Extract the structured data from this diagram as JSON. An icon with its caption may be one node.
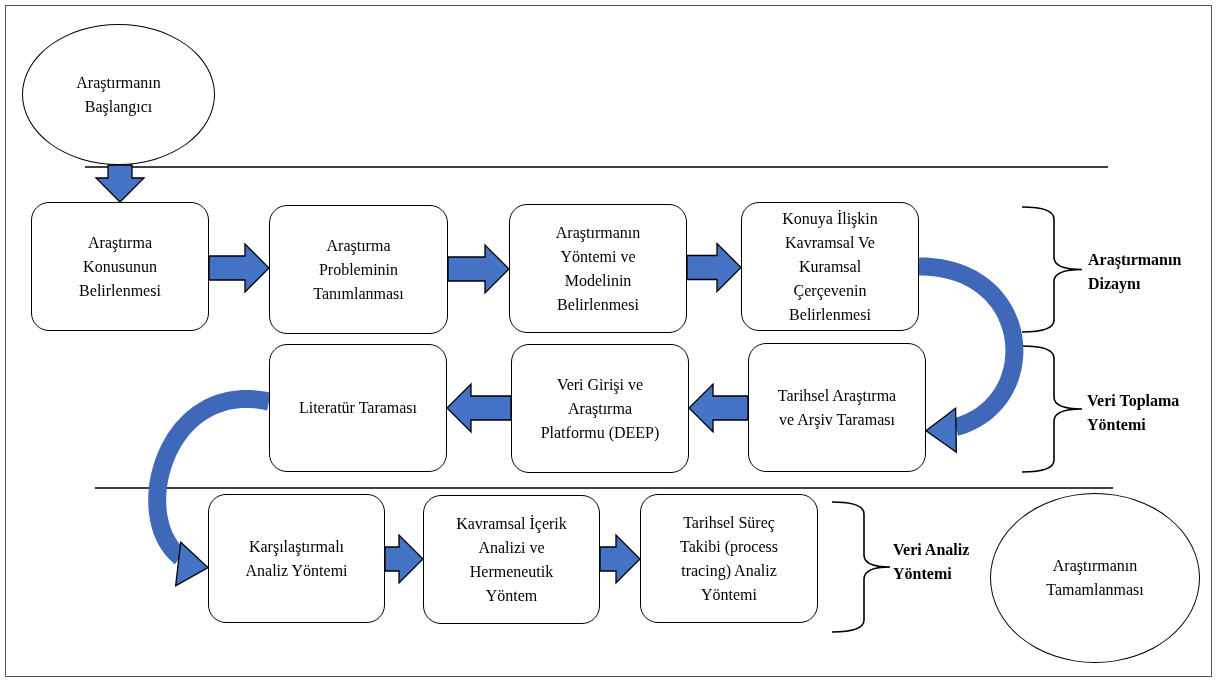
{
  "diagram": {
    "nodes": [
      {
        "text": [
          "Araştırmanın Başlangıcı"
        ]
      },
      {
        "text": [
          "Araştırma Konusunun Belirlenmesi"
        ]
      },
      {
        "text": [
          "Araştırma Probleminin Tanımlanması"
        ]
      },
      {
        "text": [
          "Araştırmanın Yöntemi ve Modelinin Belirlenmesi"
        ]
      },
      {
        "text": [
          "Konuya İlişkin Kavramsal Ve Kuramsal Çerçevenin Belirlenmesi"
        ]
      },
      {
        "text": [
          "Tarihsel Araştırma ve Arşiv Taraması"
        ]
      },
      {
        "text": [
          "Veri Girişi ve Araştırma Platformu (DEEP)"
        ]
      },
      {
        "text": [
          "Literatür Taraması"
        ]
      },
      {
        "text": [
          "Karşılaştırmalı Analiz Yöntemi"
        ]
      },
      {
        "text": [
          "Kavramsal İçerik Analizi ve Hermeneutik Yöntem"
        ]
      },
      {
        "text": [
          "Tarihsel Süreç Takibi (process tracing) Analiz Yöntemi"
        ]
      },
      {
        "text": [
          "Araştırmanın Tamamlanması"
        ]
      }
    ],
    "edges": [
      {
        "from": 0,
        "to": 1,
        "arrow": "to"
      },
      {
        "from": 1,
        "to": 2,
        "arrow": "to"
      },
      {
        "from": 2,
        "to": 3,
        "arrow": "to"
      },
      {
        "from": 3,
        "to": 4,
        "arrow": "to"
      },
      {
        "from": 4,
        "to": 5,
        "arrow": "to"
      },
      {
        "from": 5,
        "to": 6,
        "arrow": "to"
      },
      {
        "from": 6,
        "to": 7,
        "arrow": "to"
      },
      {
        "from": 7,
        "to": 8,
        "arrow": "to"
      },
      {
        "from": 8,
        "to": 9,
        "arrow": "to"
      },
      {
        "from": 9,
        "to": 10,
        "arrow": "to"
      }
    ],
    "labels": [
      "Araştırmanın Dizaynı",
      "Veri Toplama Yöntemi",
      "Veri Analiz Yöntemi"
    ]
  }
}
